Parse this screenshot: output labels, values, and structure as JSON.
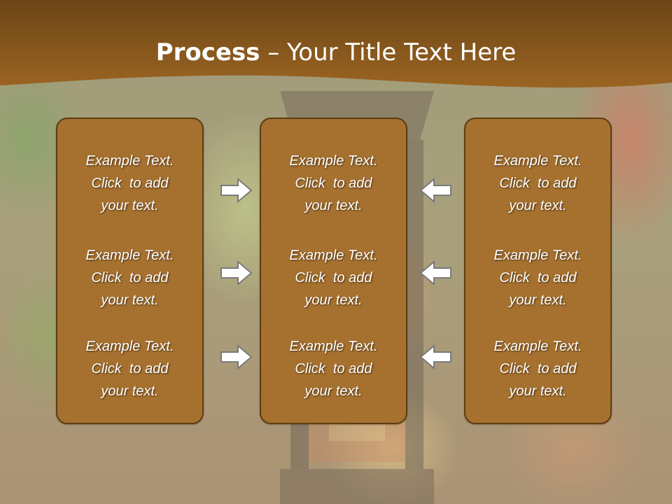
{
  "title": {
    "bold": "Process",
    "rest": " – Your Title Text Here"
  },
  "columns": [
    {
      "name": "left",
      "items": [
        {
          "lines": [
            "Example Text.",
            "Click  to add",
            "your text."
          ]
        },
        {
          "lines": [
            "Example Text.",
            "Click  to add",
            "your text."
          ]
        },
        {
          "lines": [
            "Example Text.",
            "Click  to add",
            "your text."
          ]
        }
      ]
    },
    {
      "name": "center",
      "items": [
        {
          "lines": [
            "Example Text.",
            "Click  to add",
            "your text."
          ]
        },
        {
          "lines": [
            "Example Text.",
            "Click  to add",
            "your text."
          ]
        },
        {
          "lines": [
            "Example Text.",
            "Click  to add",
            "your text."
          ]
        }
      ]
    },
    {
      "name": "right",
      "items": [
        {
          "lines": [
            "Example Text.",
            "Click  to add",
            "your text."
          ]
        },
        {
          "lines": [
            "Example Text.",
            "Click  to add",
            "your text."
          ]
        },
        {
          "lines": [
            "Example Text.",
            "Click  to add",
            "your text."
          ]
        }
      ]
    }
  ],
  "arrows": {
    "left_group": [
      "right-arrow-icon",
      "right-arrow-icon",
      "right-arrow-icon"
    ],
    "right_group": [
      "left-arrow-icon",
      "left-arrow-icon",
      "left-arrow-icon"
    ]
  },
  "colors": {
    "header_band": "#8a5a1c",
    "box_fill": "#a6712f",
    "box_border": "#5e3c12",
    "text": "#ffffff",
    "arrow_fill": "#ffffff",
    "arrow_stroke": "#7a7a7a"
  }
}
